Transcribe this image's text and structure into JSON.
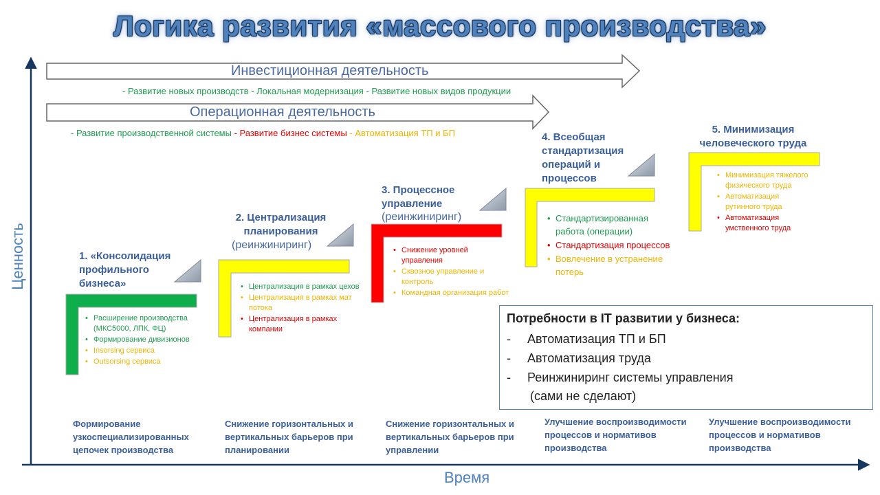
{
  "title": "Логика развития «массового производства»",
  "arrows": {
    "investment": {
      "label": "Инвестиционная деятельность",
      "items": [
        {
          "text": "- Развитие новых производств ",
          "color": "green"
        },
        {
          "text": "- Локальная модернизация ",
          "color": "green"
        },
        {
          "text": "- Развитие новых видов продукции",
          "color": "green"
        }
      ]
    },
    "operational": {
      "label": "Операционная  деятельность",
      "items": [
        {
          "text": "- Развитие производственной системы ",
          "color": "green"
        },
        {
          "text": "- Развитие бизнес системы ",
          "color": "red"
        },
        {
          "text": "- Автоматизация ТП и БП",
          "color": "orange"
        }
      ]
    }
  },
  "stages": [
    {
      "title": "1. «Консолидация профильного бизнеса»",
      "subtitle": "",
      "bar_color": "#0fae4c",
      "bullets": [
        {
          "text": "Расширение производства (МКС5000, ЛПК, ФЦ)",
          "color": "green"
        },
        {
          "text": "Формирование дивизионов",
          "color": "green"
        },
        {
          "text": "Insorsing сервиса",
          "color": "orange"
        },
        {
          "text": "Outsorsing сервиса",
          "color": "orange"
        }
      ],
      "bottom": "Формирование узкоспециализированных цепочек производства"
    },
    {
      "title": "2. Централизация планирования",
      "subtitle": "(реинжиниринг)",
      "bar_color": "#ffff00",
      "bullets": [
        {
          "text": "Централизация в рамках цехов",
          "color": "green"
        },
        {
          "text": "Централизация в рамках мат потока",
          "color": "orange"
        },
        {
          "text": "Централизация в рамках компании",
          "color": "red"
        }
      ],
      "bottom": "Снижение горизонтальных и вертикальных барьеров при планировании"
    },
    {
      "title": "3. Процессное управление",
      "subtitle": "(реинжиниринг)",
      "bar_color": "#ff0000",
      "bullets": [
        {
          "text": "Снижение  уровней управления",
          "color": "red"
        },
        {
          "text": "Сквозное управление  и контроль",
          "color": "orange"
        },
        {
          "text": "Командная организация работ",
          "color": "orange"
        }
      ],
      "bottom": "Снижение горизонтальных и вертикальных барьеров при управлении"
    },
    {
      "title": "4. Всеобщая стандартизация операций и процессов",
      "subtitle": "",
      "bar_color": "#ffff00",
      "bullets": [
        {
          "text": "Стандартизированная работа (операции)",
          "color": "green"
        },
        {
          "text": "Стандартизация процессов",
          "color": "red"
        },
        {
          "text": "Вовлечение в устранение потерь",
          "color": "orange"
        }
      ],
      "bottom": "Улучшение воспроизводимости процессов и нормативов производства"
    },
    {
      "title": "5. Минимизация человеческого труда",
      "subtitle": "",
      "bar_color": "#ffff00",
      "bullets": [
        {
          "text": "Минимизация тяжелого физического труда",
          "color": "orange"
        },
        {
          "text": "Автоматизация рутинного труда",
          "color": "orange"
        },
        {
          "text": "Автоматизация умственного труда",
          "color": "red"
        }
      ],
      "bottom": "Улучшение воспроизводимости процессов и нормативов производства"
    }
  ],
  "it_box": {
    "title": "Потребности в IT развитии у бизнеса:",
    "items": [
      "Автоматизация ТП и БП",
      "Автоматизация труда",
      "Реинжиниринг системы управления"
    ],
    "note": "(сами не сделают)"
  },
  "axes": {
    "y_label": "Ценность",
    "x_label": "Время"
  }
}
